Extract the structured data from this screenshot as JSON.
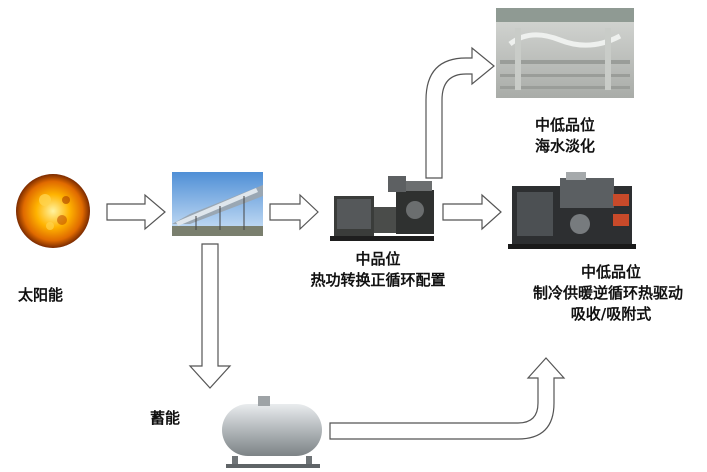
{
  "labels": {
    "solar": "太阳能",
    "storage": "蓄能",
    "mid_grade_title": "中品位",
    "mid_grade_desc": "热功转换正循环配置",
    "desal_title": "中低品位",
    "desal_desc": "海水淡化",
    "cool_title": "中低品位",
    "cool_desc_1": "制冷供暖逆循环热驱动",
    "cool_desc_2": "吸收/吸附式"
  },
  "colors": {
    "arrow_stroke": "#555555",
    "arrow_fill": "#ffffff",
    "sun_core": "#ffb300",
    "sun_edge": "#c44a00",
    "machine_dark": "#2b2b2b",
    "tank": "#b9bdbf"
  }
}
